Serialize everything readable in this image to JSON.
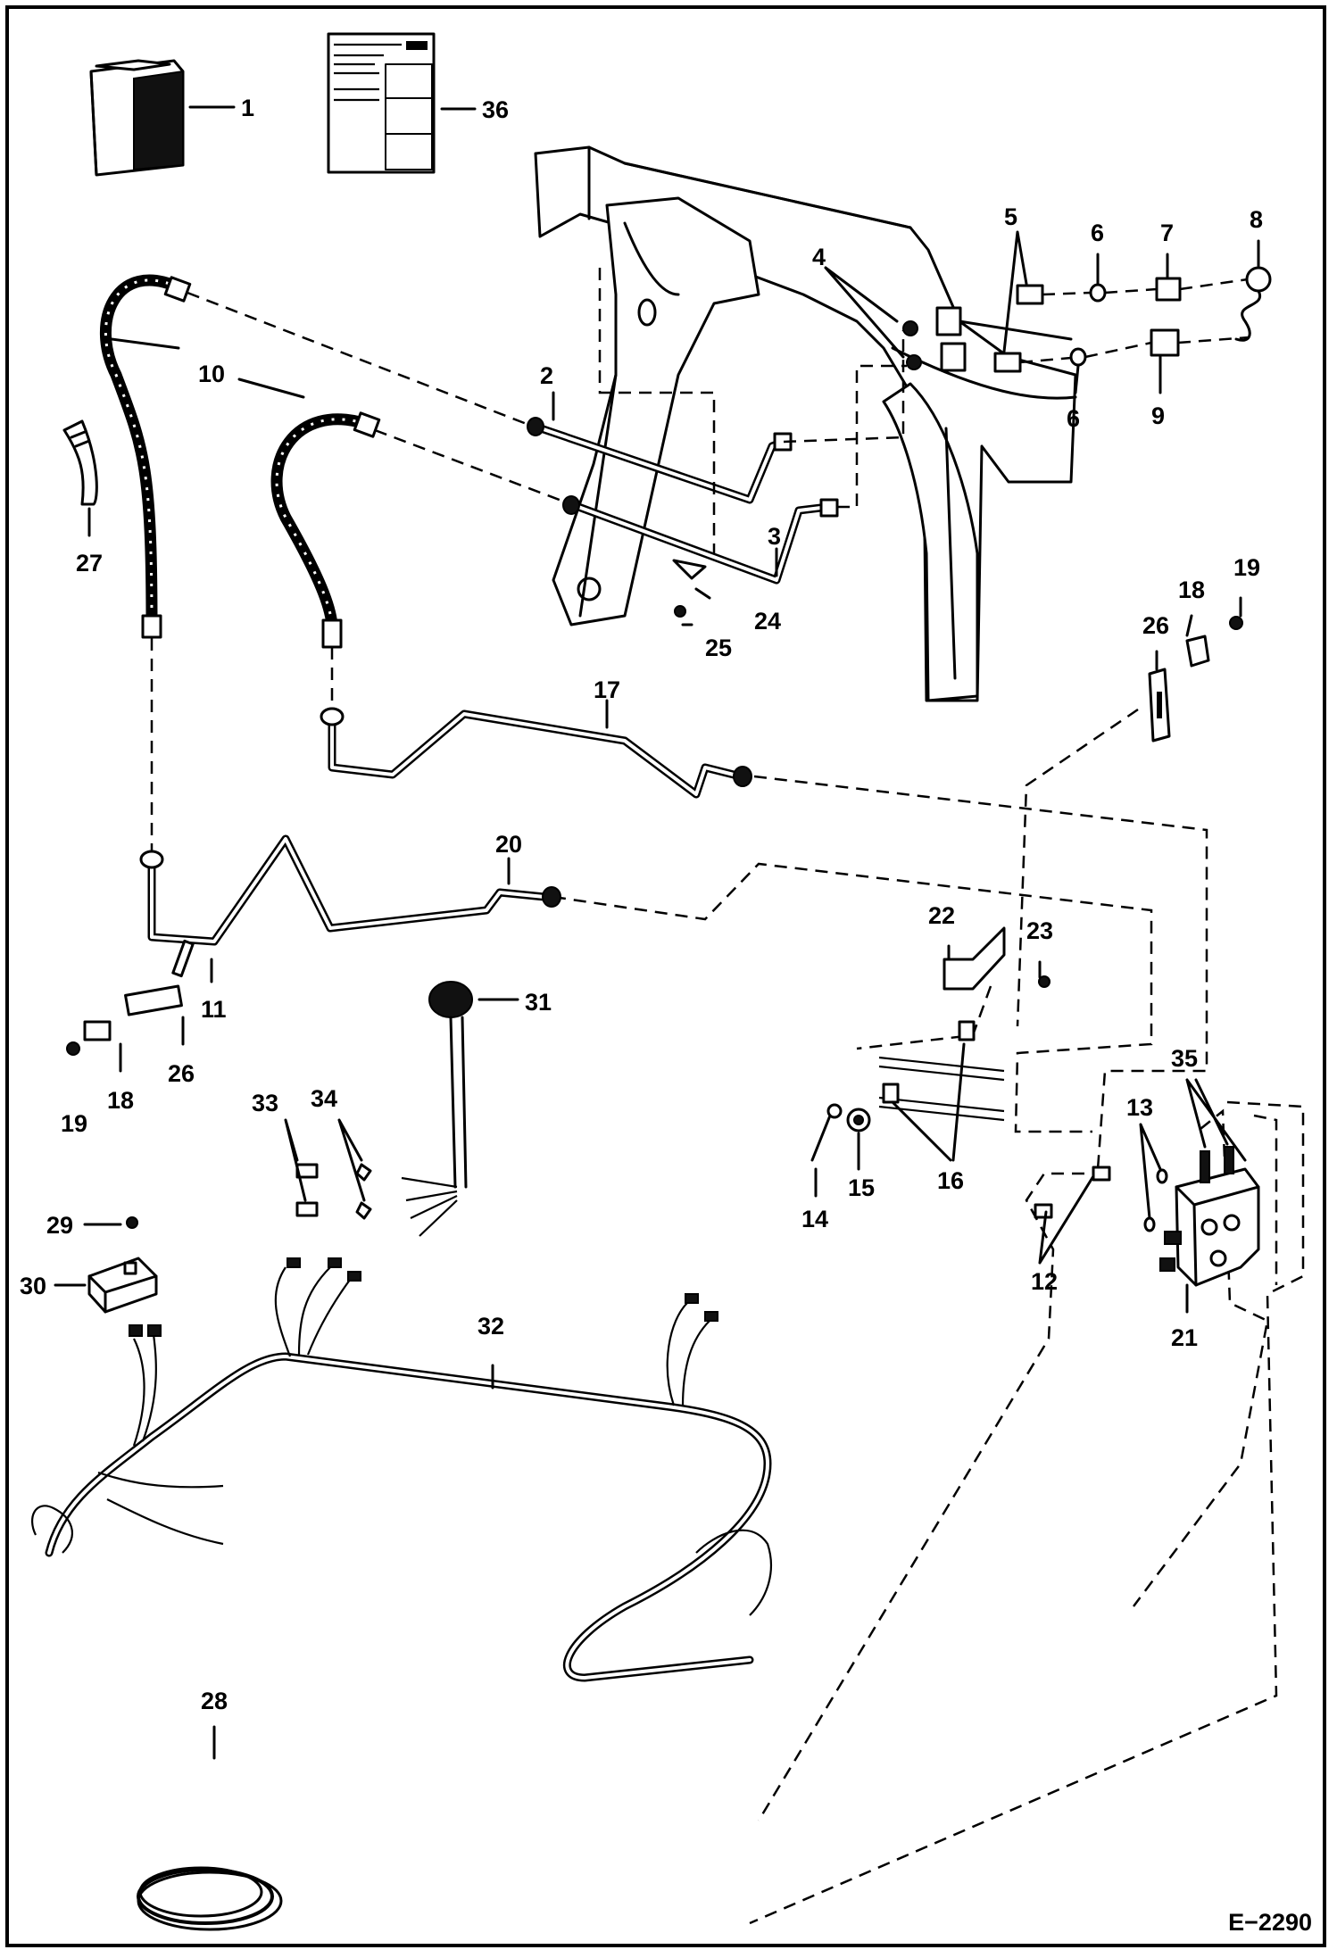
{
  "drawing_id": "E−2290",
  "callouts": {
    "c1": "1",
    "c2": "2",
    "c3": "3",
    "c4": "4",
    "c5": "5",
    "c6a": "6",
    "c6b": "6",
    "c7": "7",
    "c8": "8",
    "c9": "9",
    "c10": "10",
    "c11": "11",
    "c12": "12",
    "c13": "13",
    "c14": "14",
    "c15": "15",
    "c16": "16",
    "c17": "17",
    "c18a": "18",
    "c18b": "18",
    "c19a": "19",
    "c19b": "19",
    "c20": "20",
    "c21": "21",
    "c22": "22",
    "c23": "23",
    "c24": "24",
    "c25": "25",
    "c26a": "26",
    "c26b": "26",
    "c27": "27",
    "c28": "28",
    "c29": "29",
    "c30": "30",
    "c31": "31",
    "c32": "32",
    "c33": "33",
    "c34": "34",
    "c35": "35",
    "c36": "36"
  }
}
